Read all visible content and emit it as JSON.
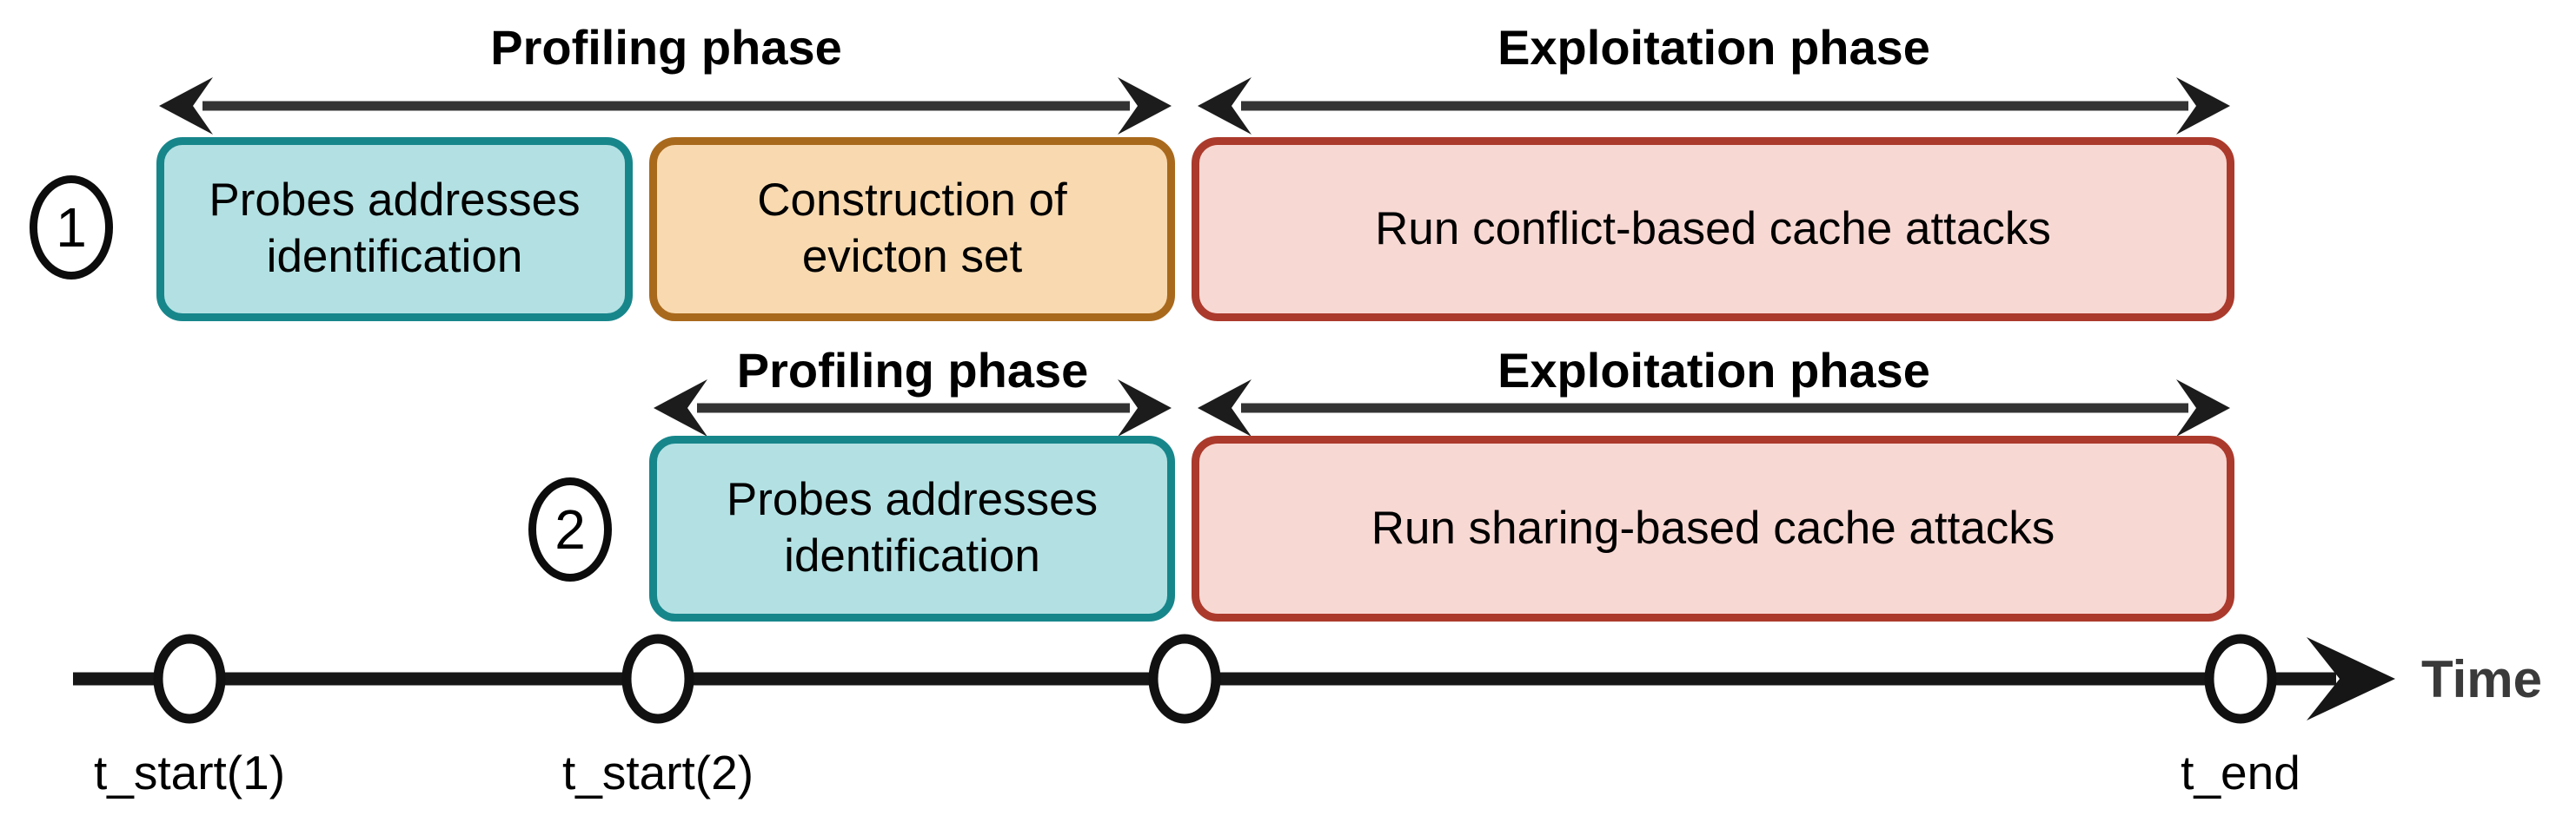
{
  "figure": {
    "description": "Timeline diagram of two cache-attack strategies with profiling and exploitation phases"
  },
  "colors": {
    "teal-fill": "#b3e1e3",
    "teal-border": "#17868b",
    "orange-fill": "#f9dab0",
    "orange-border": "#a9691c",
    "red-fill": "#f8d8d3",
    "red-border": "#ab3a2c",
    "arrow-shaft": "#333333",
    "arrow-head": "#1c1c1c",
    "axis-line": "#161616",
    "time-text": "#3a3a3a",
    "text": "#000000"
  },
  "rows": [
    {
      "number": "1",
      "profiling_label": "Profiling phase",
      "exploitation_label": "Exploitation phase",
      "boxes": [
        {
          "label": "Probes addresses identification",
          "color": "teal"
        },
        {
          "label": "Construction of evicton set",
          "color": "orange"
        },
        {
          "label": "Run conflict-based cache attacks",
          "color": "red"
        }
      ]
    },
    {
      "number": "2",
      "profiling_label": "Profiling phase",
      "exploitation_label": "Exploitation phase",
      "boxes": [
        {
          "label": "Probes addresses identification",
          "color": "teal"
        },
        {
          "label": "Run sharing-based cache attacks",
          "color": "red"
        }
      ]
    }
  ],
  "timeline": {
    "axis_label": "Time",
    "markers": [
      {
        "label": "t_start(1)"
      },
      {
        "label": "t_start(2)"
      },
      {
        "label": ""
      },
      {
        "label": "t_end"
      }
    ]
  }
}
